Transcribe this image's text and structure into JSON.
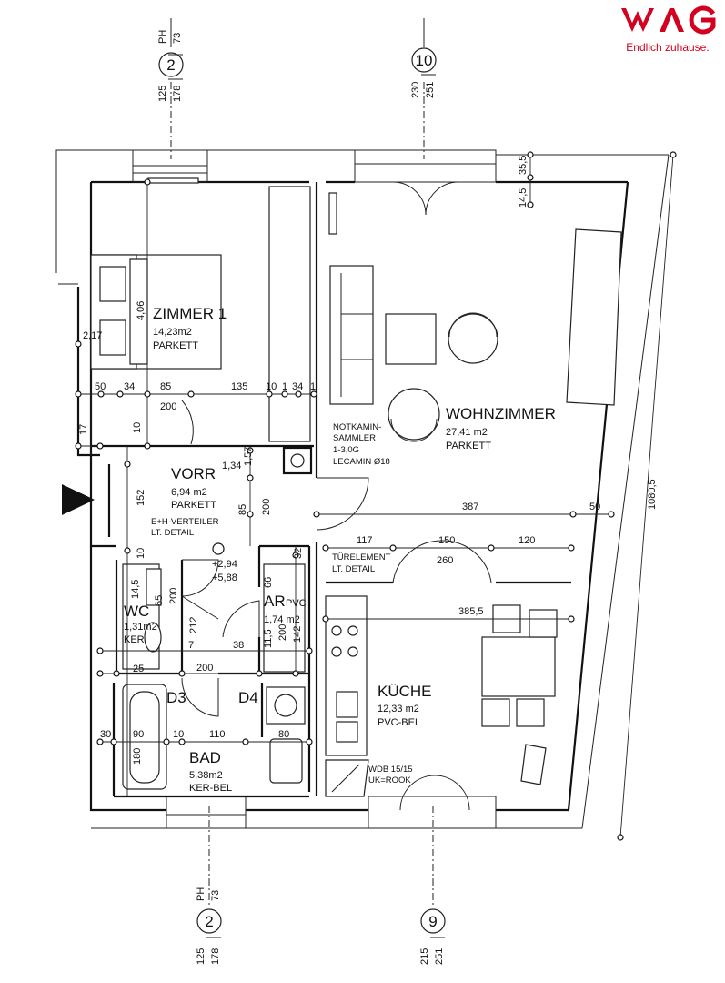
{
  "brand": {
    "logo_text": "WAG",
    "tagline": "Endlich zuhause.",
    "color": "#d4001f"
  },
  "axes": {
    "top_left": {
      "id": "2",
      "ph": "PH",
      "ph_val": "73",
      "a": "125",
      "b": "178"
    },
    "top_right": {
      "id": "10",
      "a": "230",
      "b": "251"
    },
    "bottom_left": {
      "id": "2",
      "ph": "PH",
      "ph_val": "73",
      "a": "125",
      "b": "178"
    },
    "bottom_right": {
      "id": "9",
      "a": "215",
      "b": "251"
    }
  },
  "rooms": {
    "zimmer1": {
      "name": "ZIMMER 1",
      "area": "14,23m2",
      "floor": "PARKETT"
    },
    "wohnzimmer": {
      "name": "WOHNZIMMER",
      "area": "27,41 m2",
      "floor": "PARKETT"
    },
    "vorr": {
      "name": "VORR",
      "area": "6,94 m2",
      "floor": "PARKETT"
    },
    "wc": {
      "name": "WC",
      "area": "1,31m2",
      "floor": "KER"
    },
    "ar": {
      "name": "AR",
      "area": "1,74 m2",
      "floor": "PVC"
    },
    "kueche": {
      "name": "KÜCHE",
      "area": "12,33 m2",
      "floor": "PVC-BEL"
    },
    "bad": {
      "name": "BAD",
      "area": "5,38m2",
      "floor": "KER-BEL"
    }
  },
  "notes": {
    "notkamin": [
      "NOTKAMIN-",
      "SAMMLER",
      "1-3,0G",
      "LECAMIN Ø18"
    ],
    "verteiler": [
      "E+H-VERTEILER",
      "LT. DETAIL"
    ],
    "tuerelement": [
      "TÜRELEMENT",
      "LT. DETAIL"
    ],
    "wdb": [
      "WDB 15/15",
      "UK=ROOK"
    ],
    "d3": "D3",
    "d4": "D4",
    "level": [
      "+2,94",
      "+5,88"
    ]
  },
  "dimensions": {
    "z_row": [
      "50",
      "34",
      "85",
      "135",
      "10",
      "1",
      "34",
      "1"
    ],
    "z_200": "200",
    "z_406": "4,06",
    "z_217a": "2,17",
    "z_217b": "17",
    "vorr_152": "152",
    "vorr_10": "10",
    "vorr_134": "1,34",
    "vorr_157": "1,57",
    "vorr_85": "85",
    "vorr_200": "200",
    "vorr_32": "32",
    "liv_387": "387",
    "liv_50": "50",
    "liv_row": [
      "117",
      "150",
      "120"
    ],
    "liv_260": "260",
    "kitchen_385": "385,5",
    "wc_145": "14,5",
    "wc_65": "65",
    "wc_200": "200",
    "wc_212": "212",
    "ar_66": "66",
    "ar_200": "200",
    "ar_142": "142",
    "ar_115": "11,5",
    "hall_7": "7",
    "hall_38": "38",
    "hall_200": "200",
    "bath_row": [
      "30",
      "90",
      "10",
      "110",
      "80"
    ],
    "bath_180": "180",
    "total_1080": "1080,5",
    "right_145": "14,5",
    "right_355": "35,5",
    "ww_25": "25",
    "ww_10": "10"
  }
}
